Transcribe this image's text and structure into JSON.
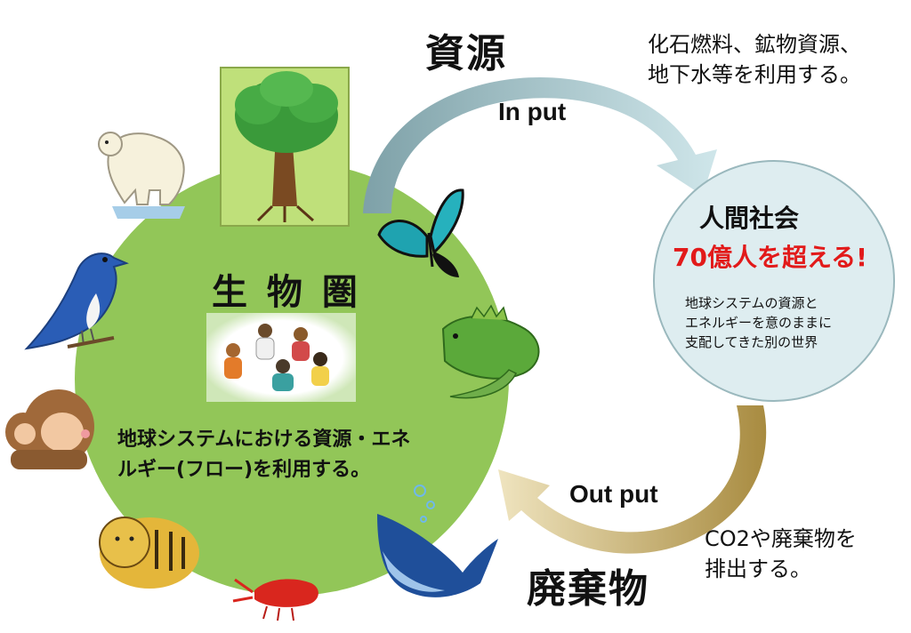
{
  "resource": {
    "title": "資源",
    "note_lines": [
      "化石燃料、鉱物資源、",
      "地下水等を利用する。"
    ],
    "arrow_label": "In put"
  },
  "human_society": {
    "title": "人間社会",
    "headline": "70億人を超える!",
    "desc_lines": [
      "地球システムの資源と",
      "エネルギーを意のままに",
      "支配してきた別の世界"
    ]
  },
  "biosphere": {
    "title": "生 物 圏",
    "desc_lines": [
      "地球システムにおける資源・エネ",
      "ルギー(フロー)を利用する。"
    ]
  },
  "waste": {
    "title": "廃棄物",
    "note_lines": [
      "CO2や廃棄物を",
      "排出する。"
    ],
    "arrow_label": "Out put"
  },
  "colors": {
    "biosphere_green": "#92c658",
    "society_fill": "#deedf0",
    "headline_red": "#e21a1a",
    "input_arrow": "#8db8c0",
    "output_arrow": "#b8a05a"
  },
  "icons": [
    "tree-icon",
    "butterfly-icon",
    "iguana-icon",
    "whale-icon",
    "crayfish-icon",
    "tiger-icon",
    "monkeys-icon",
    "bird-icon",
    "polar-bear-icon",
    "people-group-icon"
  ]
}
